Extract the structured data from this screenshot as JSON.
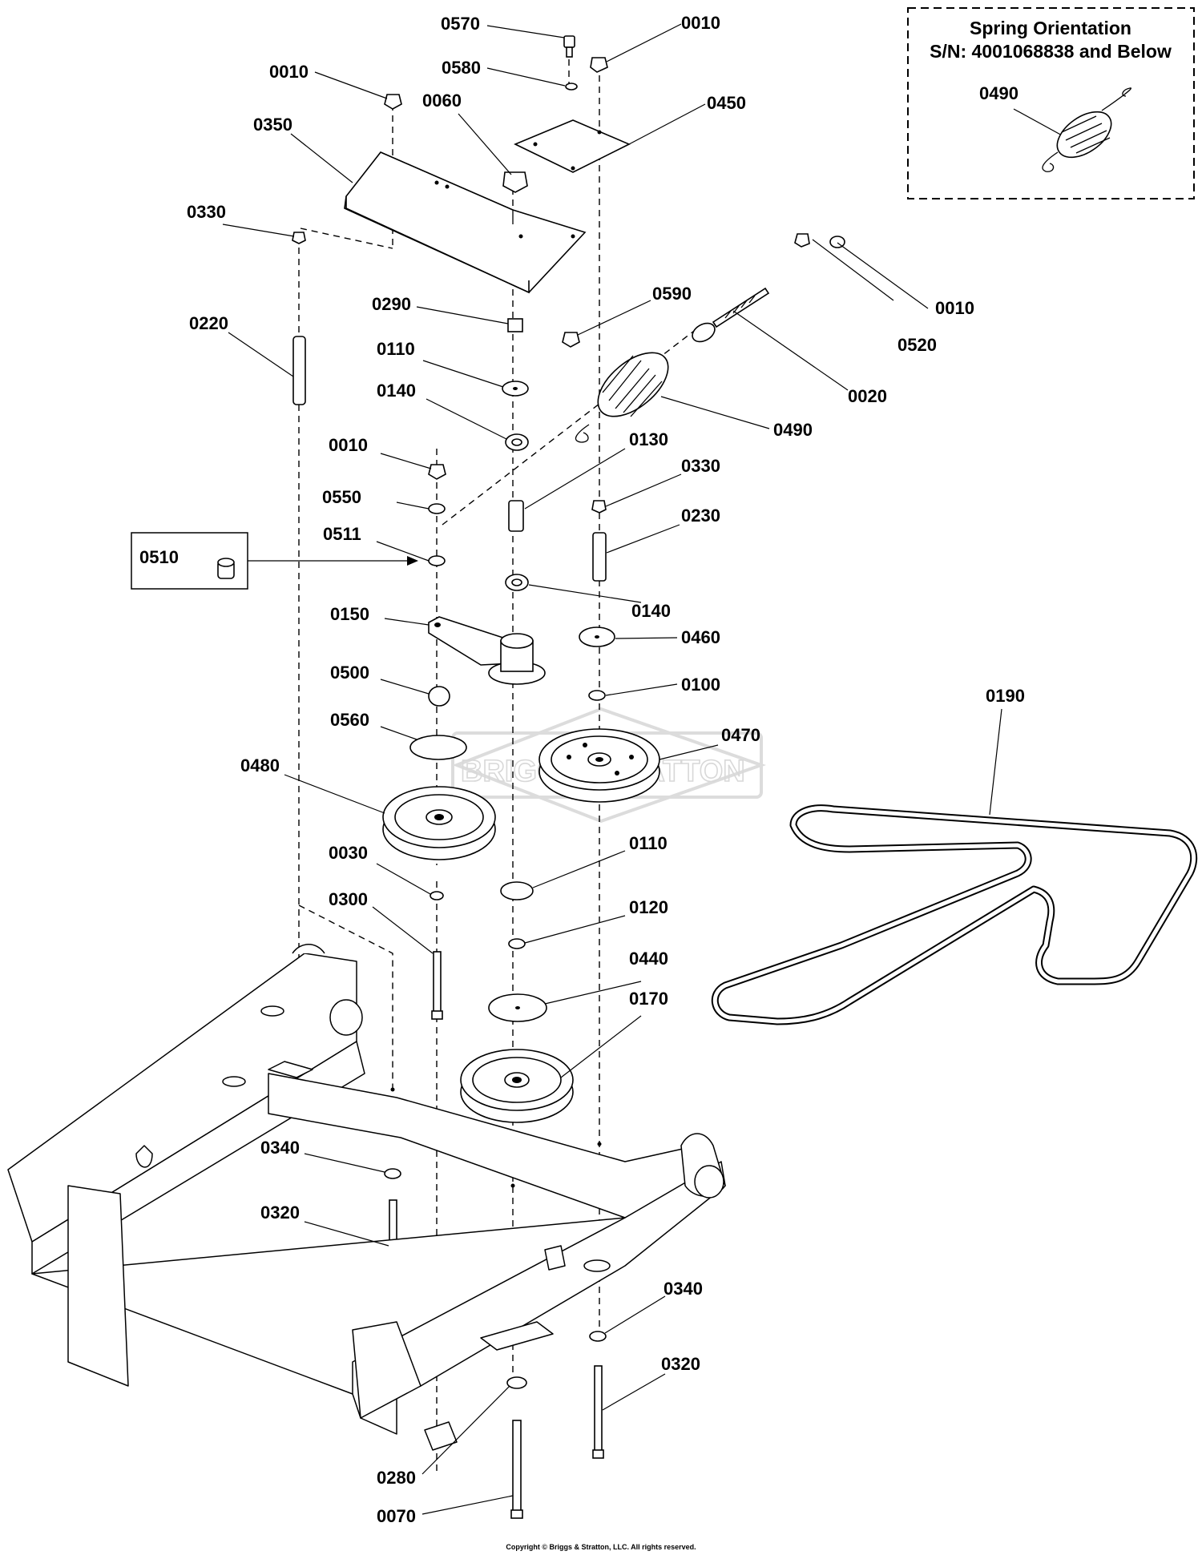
{
  "inset": {
    "title_line1": "Spring Orientation",
    "title_line2": "S/N: 4001068838 and Below",
    "part": "0490"
  },
  "watermark": {
    "left": "BRIGG",
    "right": "TATTON"
  },
  "callouts": {
    "c0570": "0570",
    "c0010a": "0010",
    "c0010b": "0010",
    "c0580": "0580",
    "c0060": "0060",
    "c0450": "0450",
    "c0350": "0350",
    "c0330a": "0330",
    "c0010c": "0010",
    "c0220": "0220",
    "c0290": "0290",
    "c0590": "0590",
    "c0520": "0520",
    "c0110a": "0110",
    "c0020": "0020",
    "c0140a": "0140",
    "c0490": "0490",
    "c0010d": "0010",
    "c0130": "0130",
    "c0330b": "0330",
    "c0550": "0550",
    "c0230": "0230",
    "c0511": "0511",
    "c0510": "0510",
    "c0140b": "0140",
    "c0150": "0150",
    "c0460": "0460",
    "c0500": "0500",
    "c0100": "0100",
    "c0190": "0190",
    "c0560": "0560",
    "c0470": "0470",
    "c0480": "0480",
    "c0030": "0030",
    "c0110b": "0110",
    "c0120": "0120",
    "c0300": "0300",
    "c0440": "0440",
    "c0170": "0170",
    "c0340a": "0340",
    "c0320a": "0320",
    "c0340b": "0340",
    "c0320b": "0320",
    "c0280": "0280",
    "c0070": "0070"
  },
  "copyright": "Copyright © Briggs & Stratton, LLC. All rights reserved."
}
